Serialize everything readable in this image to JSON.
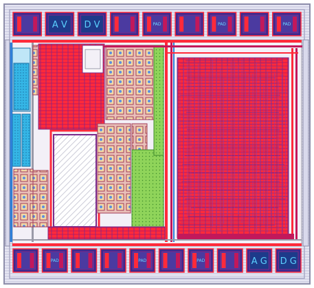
{
  "colors": {
    "background": "#ffffff",
    "ring": "#cfcfe6",
    "metal1": "#ff2a3a",
    "metal2": "#c2185b",
    "poly": "#2f7fd8",
    "diffusion": "#7ad04e",
    "pad": "#3b2a8f",
    "pad_inner": "#1e3a8a",
    "wire_gray": "#9a9aa8",
    "cyan": "#35b6e6",
    "tan": "#d8c79a"
  },
  "pads": {
    "top": [
      {
        "kind": "io",
        "label": ""
      },
      {
        "kind": "supply",
        "label": "A V"
      },
      {
        "kind": "supply",
        "label": "D V"
      },
      {
        "kind": "io",
        "label": ""
      },
      {
        "kind": "io",
        "label": "PAD"
      },
      {
        "kind": "io",
        "label": ""
      },
      {
        "kind": "io",
        "label": "PAD"
      },
      {
        "kind": "io",
        "label": ""
      },
      {
        "kind": "io",
        "label": "PAD"
      }
    ],
    "bottom": [
      {
        "kind": "io",
        "label": ""
      },
      {
        "kind": "io",
        "label": "PAD"
      },
      {
        "kind": "io",
        "label": ""
      },
      {
        "kind": "io",
        "label": ""
      },
      {
        "kind": "io",
        "label": "PAD"
      },
      {
        "kind": "io",
        "label": ""
      },
      {
        "kind": "io",
        "label": "PAD"
      },
      {
        "kind": "io",
        "label": ""
      },
      {
        "kind": "supply",
        "label": "A G"
      },
      {
        "kind": "supply",
        "label": "D G"
      }
    ]
  }
}
